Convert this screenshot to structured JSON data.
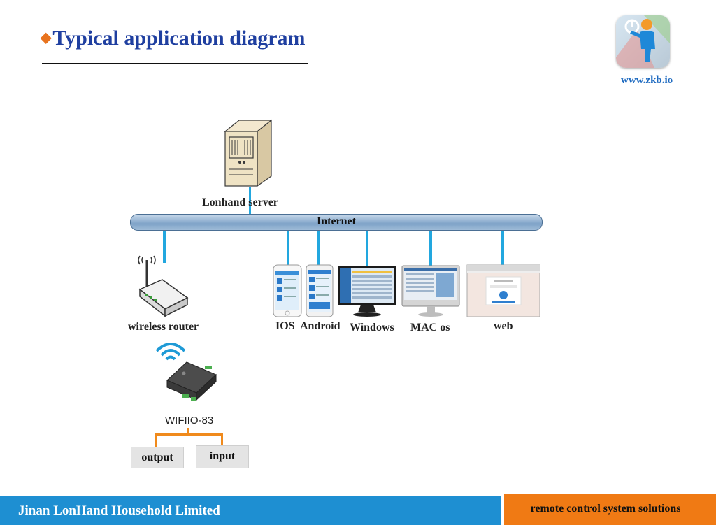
{
  "header": {
    "title": "Typical application diagram",
    "bullet": "◆",
    "site": "www.zkb.io",
    "logo_icon": "power-person-icon"
  },
  "diagram": {
    "server_label": "Lonhand server",
    "internet_label": "Internet",
    "router_label": "wireless router",
    "device_label": "WIFIIO-83",
    "output_label": "output",
    "input_label": "input",
    "clients": [
      {
        "label": "IOS",
        "icon": "iphone-icon"
      },
      {
        "label": "Android",
        "icon": "android-phone-icon"
      },
      {
        "label": "Windows",
        "icon": "windows-monitor-icon"
      },
      {
        "label": "MAC os",
        "icon": "imac-monitor-icon"
      },
      {
        "label": "web",
        "icon": "web-browser-icon"
      }
    ]
  },
  "footer": {
    "company": "Jinan LonHand Household Limited",
    "tagline": "remote control system solutions"
  },
  "colors": {
    "title": "#1f3fa0",
    "bullet": "#e8731e",
    "connector": "#22a7df",
    "io_wire": "#f08a1c",
    "footer_left": "#1e8fd2",
    "footer_right": "#f07a14"
  }
}
